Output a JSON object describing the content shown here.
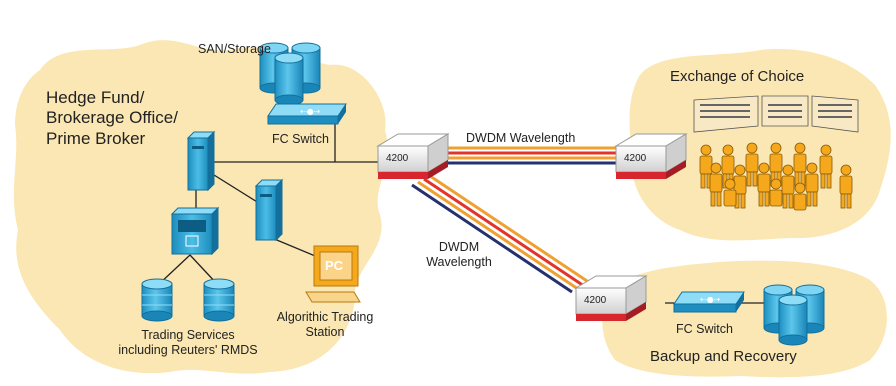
{
  "site": {
    "title": "Hedge Fund/\nBrokerage Office/\nPrime Broker",
    "san_storage": "SAN/Storage",
    "fc_switch": "FC Switch",
    "trading_services": "Trading Services\nincluding Reuters' RMDS",
    "algo_station": "Algorithic Trading\nStation",
    "pc_badge": "PC"
  },
  "links": {
    "top_label": "DWDM Wavelength",
    "diag_label": "DWDM\nWavelength"
  },
  "devices": {
    "mux_label": "4200"
  },
  "exchange": {
    "title": "Exchange of Choice"
  },
  "backup": {
    "title": "Backup and Recovery",
    "fc_switch": "FC Switch"
  },
  "colors": {
    "cloud": "#fbe7b3",
    "equipment": "#2aa9d8",
    "equipment_dark": "#1380b0",
    "wave_orange": "#f0a030",
    "wave_red": "#e2342a",
    "wave_navy": "#25306f",
    "people": "#f5a81c",
    "device_red": "#d7262e"
  }
}
